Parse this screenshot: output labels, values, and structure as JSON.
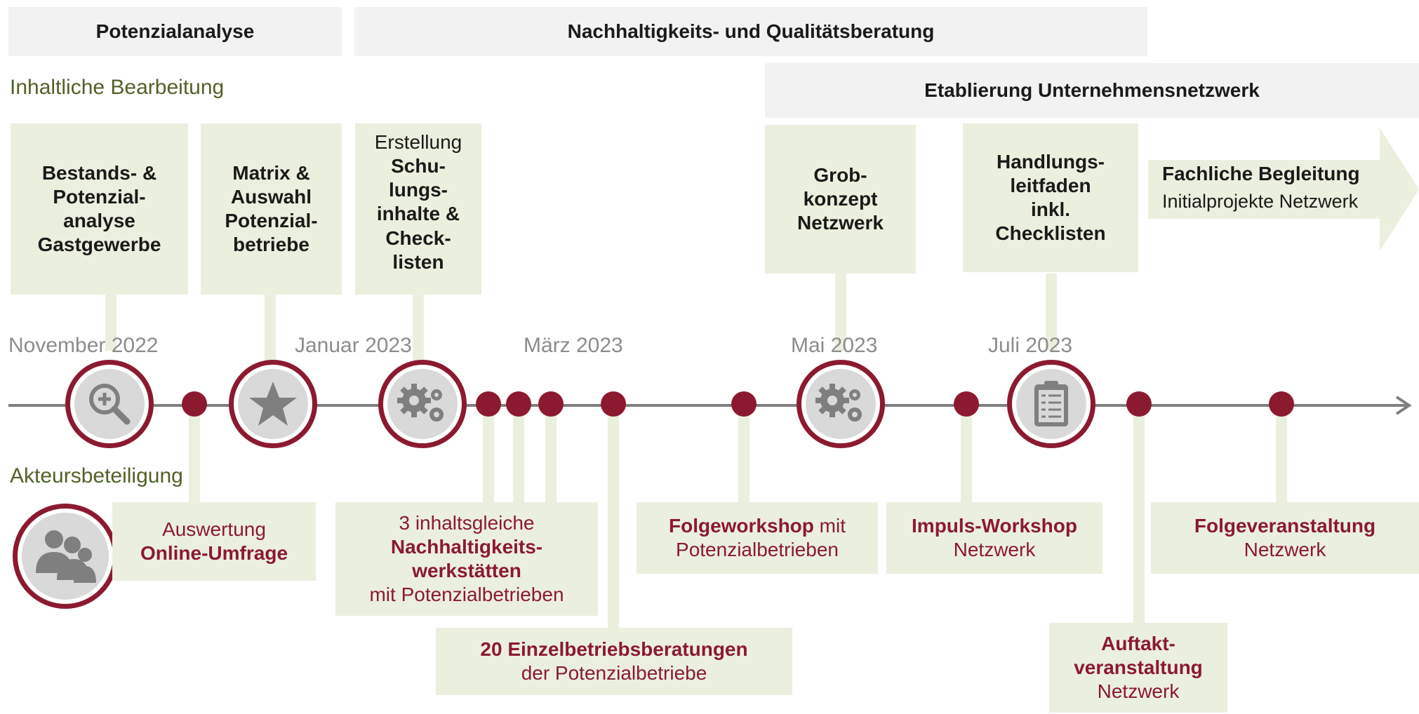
{
  "phases": {
    "potenzialanalyse": "Potenzialanalyse",
    "beratung": "Nachhaltigkeits- und Qualitätsberatung",
    "netzwerk": "Etablierung Unternehmensnetzwerk"
  },
  "sections": {
    "inhaltlich": "Inhaltliche Bearbeitung",
    "akteure": "Akteursbeteiligung"
  },
  "months": {
    "nov": "November 2022",
    "jan": "Januar 2023",
    "mar": "März 2023",
    "mai": "Mai 2023",
    "jul": "Juli 2023"
  },
  "content_boxes": {
    "bestand": [
      "Bestands- &",
      "Potenzial-",
      "analyse",
      "Gastgewerbe"
    ],
    "matrix": [
      "Matrix &",
      "Auswahl",
      "Potenzial-",
      "betriebe"
    ],
    "schulung_pre": "Erstellung",
    "schulung": [
      "Schu-",
      "lungs-",
      "inhalte &",
      "Check-",
      "listen"
    ],
    "grob": [
      "Grob-",
      "konzept",
      "Netzwerk"
    ],
    "leitfaden": [
      "Handlungs-",
      "leitfaden",
      "inkl.",
      "Checklisten"
    ],
    "begleitung_title": "Fachliche Begleitung",
    "begleitung_sub": "Initialprojekte Netzwerk"
  },
  "actor_boxes": {
    "umfrage_line1": "Auswertung",
    "umfrage_line2": "Online-Umfrage",
    "werkstatt_line1": "3 inhaltsgleiche",
    "werkstatt_bold1": "Nachhaltigkeits-",
    "werkstatt_bold2": "werkstätten",
    "werkstatt_line4": "mit Potenzialbetrieben",
    "einzel_bold": "20 Einzelbetriebsberatungen",
    "einzel_sub": "der Potenzialbetriebe",
    "folge_bold": "Folgeworkshop",
    "folge_rest": " mit",
    "folge_sub": "Potenzialbetrieben",
    "impuls_bold": "Impuls-Workshop",
    "impuls_sub": "Netzwerk",
    "auftakt_bold1": "Auftakt-",
    "auftakt_bold2": "veranstaltung",
    "auftakt_sub": "Netzwerk",
    "folgever_bold": "Folgeveranstaltung",
    "folgever_sub": "Netzwerk"
  },
  "colors": {
    "accent": "#8b1a30",
    "box_green": "#ebf0de",
    "phase_gray": "#f2f2f2",
    "section_green": "#4f6228",
    "timeline": "#7f7f7f"
  },
  "icons": [
    "search-icon",
    "star-icon",
    "gears-icon",
    "gears-icon",
    "checklist-icon",
    "people-icon"
  ]
}
